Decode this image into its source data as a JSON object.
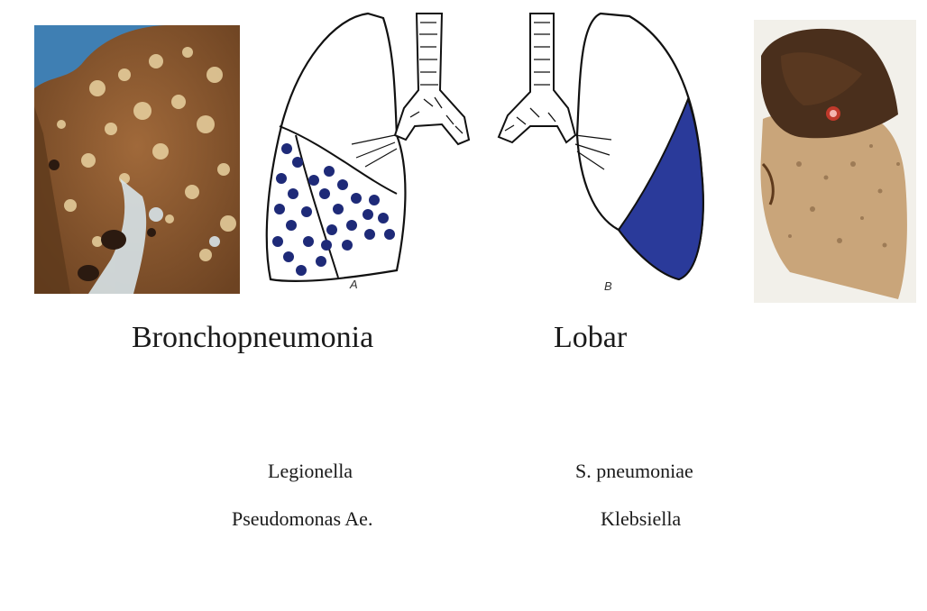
{
  "slide": {
    "left_title": "Bronchopneumonia",
    "right_title": "Lobar",
    "diagram_a_letter": "A",
    "diagram_b_letter": "B",
    "left_organisms": [
      "Legionella",
      "Pseudomonas Ae."
    ],
    "right_organisms": [
      "S. pneumoniae",
      "Klebsiella"
    ]
  },
  "colors": {
    "background": "#ffffff",
    "text": "#1a1a1a",
    "consolidation_blue": "#2a3a9a",
    "photo_backdrop_blue": "#3f7fb3",
    "tissue_brown": "#8a5a32",
    "tissue_tan": "#c9a57a"
  }
}
